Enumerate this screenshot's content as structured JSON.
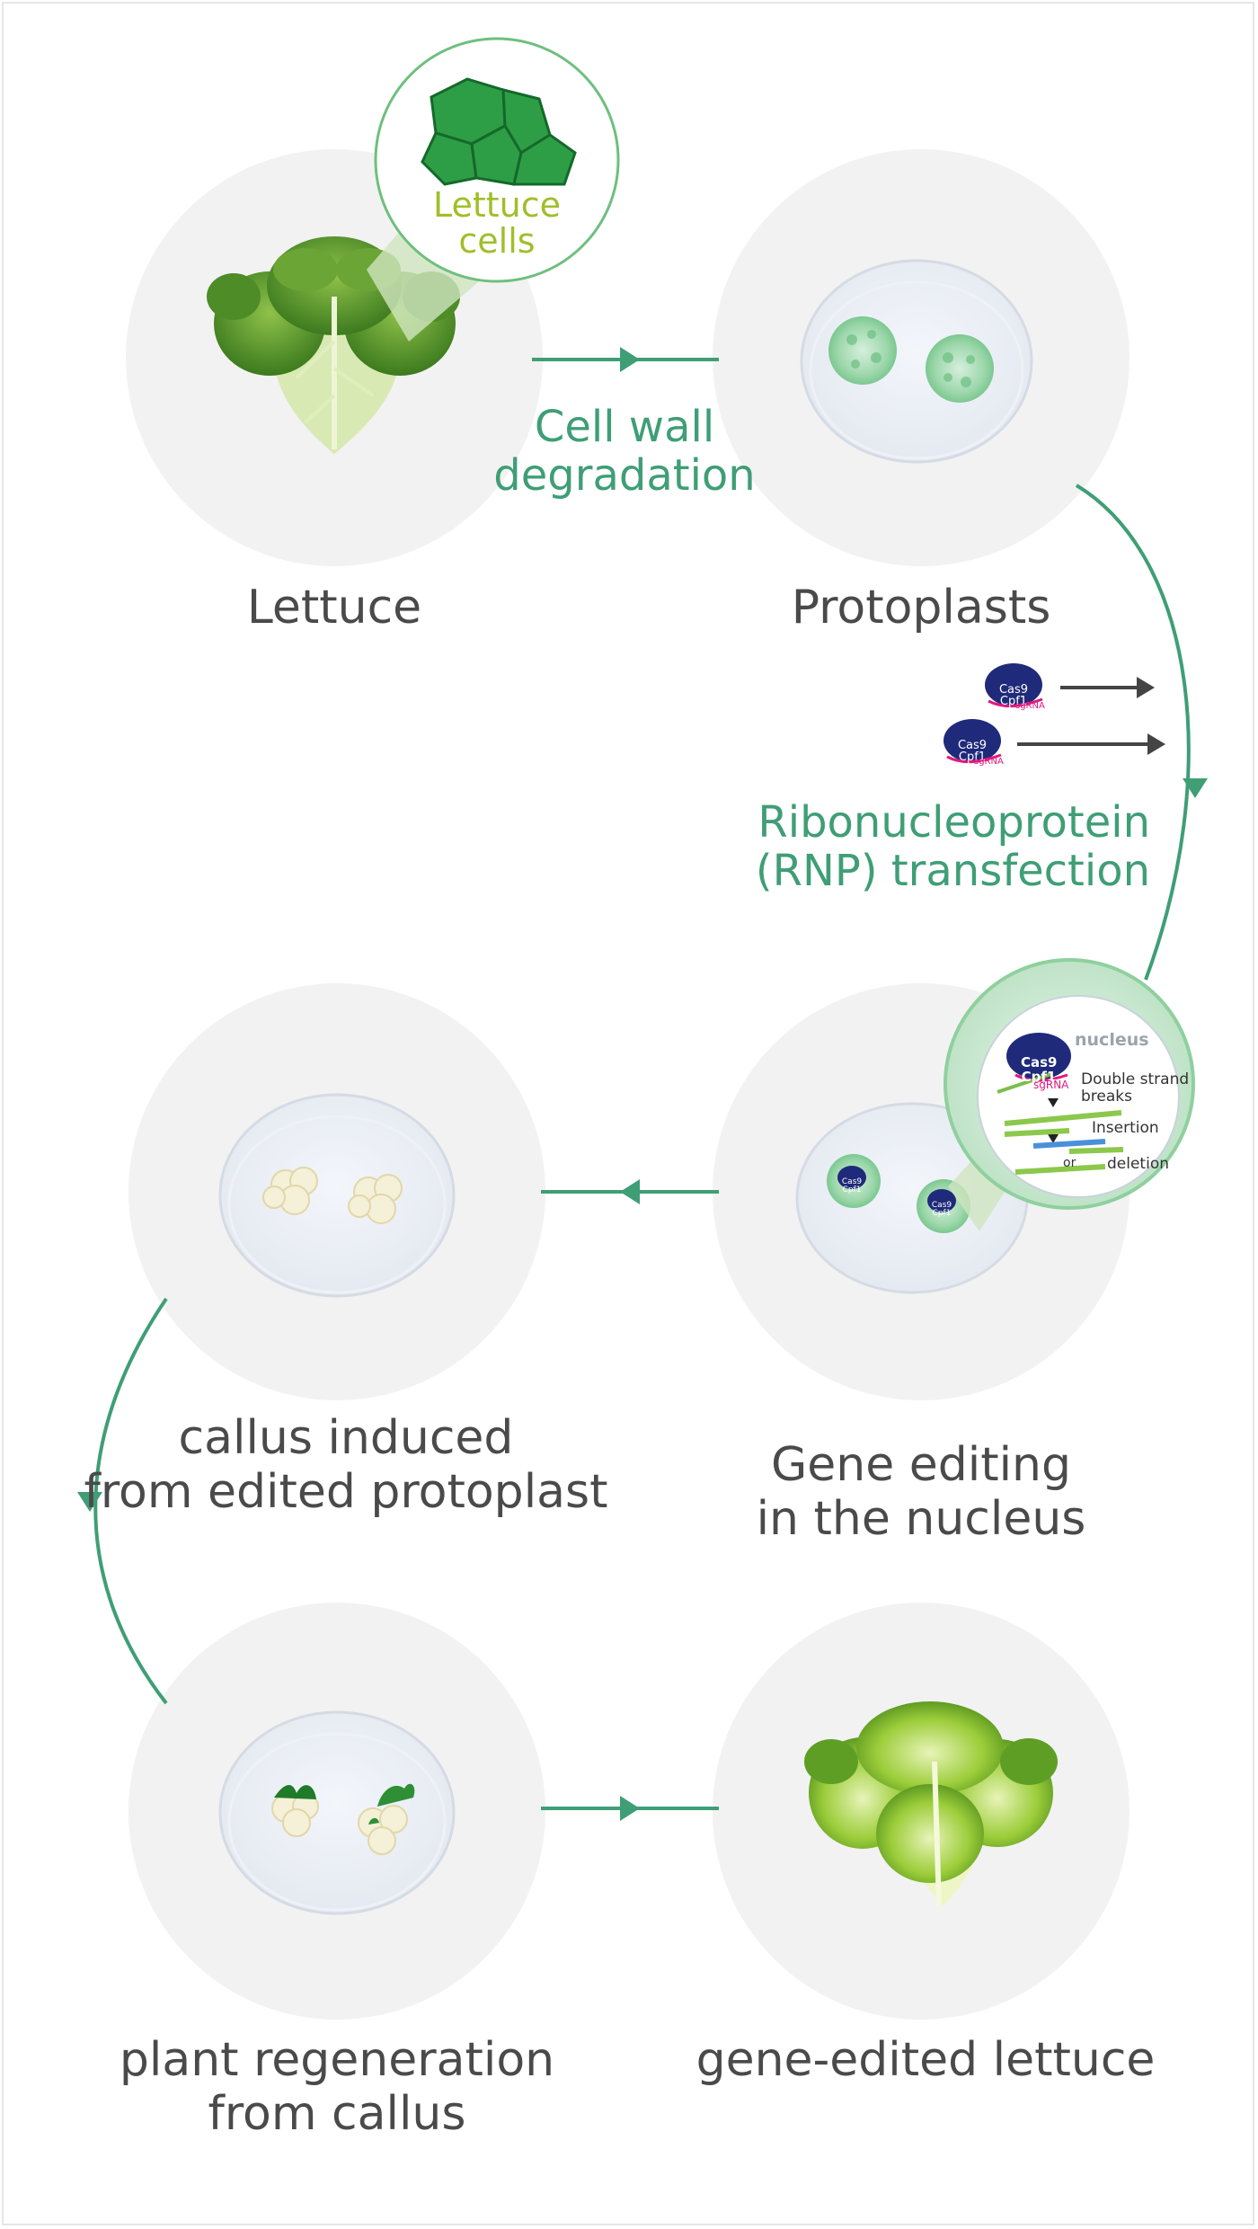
{
  "steps": {
    "lettuce": "Lettuce",
    "protoplasts": "Protoplasts",
    "gene_editing": "Gene editing\nin the nucleus",
    "callus": "callus induced\nfrom edited protoplast",
    "regeneration": "plant regeneration\nfrom callus",
    "edited_lettuce": "gene-edited lettuce"
  },
  "transitions": {
    "cell_wall": "Cell wall\ndegradation",
    "rnp": "Ribonucleoprotein\n(RNP) transfection"
  },
  "inset": {
    "lettuce_cells": "Lettuce\ncells"
  },
  "rnp_complex": {
    "protein_line1": "Cas9",
    "protein_line2": "Cpf1",
    "guide": "sgRNA"
  },
  "nucleus_detail": {
    "nucleus": "nucleus",
    "double_strand_breaks": "Double strand\nbreaks",
    "insertion": "Insertion",
    "or": "or",
    "deletion": "deletion"
  },
  "colors": {
    "flow_green": "#3f9e76",
    "circle_bg": "#f2f2f2",
    "label_gray": "#4a4a4a",
    "rnp_blue": "#1f2a7a",
    "sgrna_pink": "#e0197d"
  }
}
